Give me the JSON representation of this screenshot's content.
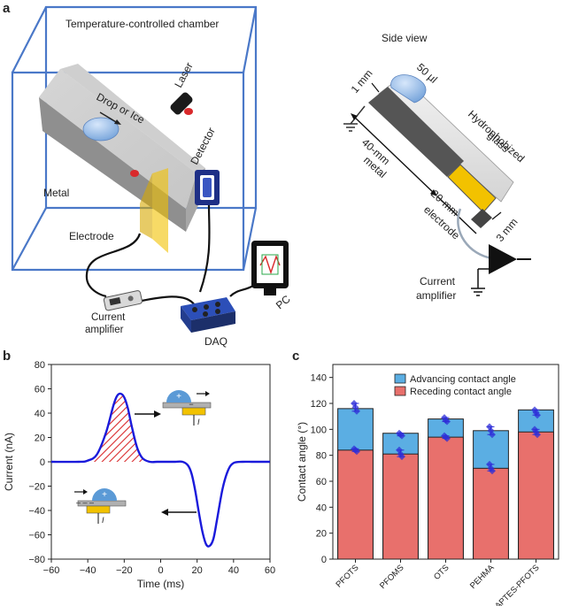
{
  "panel_a": {
    "label": "a",
    "chamber_title": "Temperature-controlled chamber",
    "laser": "Laser",
    "drop_or_ice": "Drop or Ice",
    "detector": "Detector",
    "metal": "Metal",
    "electrode": "Electrode",
    "current_amplifier": [
      "Current",
      "amplifier"
    ],
    "daq": "DAQ",
    "pc": "PC",
    "side_view": {
      "title": "Side view",
      "one_mm": "1 mm",
      "fifty_ul": "50 µl",
      "hydrophobized_glass": [
        "Hydrophobized",
        "glass"
      ],
      "metal_40mm": [
        "40-mm",
        "metal"
      ],
      "electrode_20mm": [
        "20-mm",
        "electrode"
      ],
      "three_mm": "3 mm",
      "current_amplifier": [
        "Current",
        "amplifier"
      ]
    },
    "colors": {
      "chamber": "#4a78c8",
      "electrode": "#f2c200",
      "drop": "#8fb5e6",
      "metal_dark": "#555555"
    }
  },
  "chart_data": [
    {
      "panel": "b",
      "type": "line",
      "xlabel": "Time (ms)",
      "ylabel": "Current (nA)",
      "xlim": [
        -60,
        60
      ],
      "ylim": [
        -80,
        80
      ],
      "xticks": [
        -60,
        -40,
        -20,
        0,
        20,
        40,
        60
      ],
      "yticks": [
        80,
        60,
        40,
        20,
        0,
        -20,
        -40,
        -60,
        -80
      ],
      "x": [
        -60,
        -45,
        -40,
        -35,
        -30,
        -26,
        -24,
        -22,
        -20,
        -18,
        -16,
        -13,
        -10,
        -6,
        -2,
        0,
        4,
        8,
        12,
        15,
        17,
        19,
        21,
        23,
        25,
        27,
        29,
        31,
        34,
        37,
        40,
        45,
        50,
        55,
        60
      ],
      "y": [
        0,
        0,
        1,
        6,
        24,
        46,
        54,
        56,
        53,
        44,
        30,
        12,
        3,
        0,
        0,
        0,
        0,
        0,
        0,
        -3,
        -10,
        -24,
        -42,
        -58,
        -68,
        -69,
        -63,
        -47,
        -22,
        -7,
        -1,
        0,
        0,
        0,
        0
      ],
      "line_color": "#1a1adb",
      "hatch_color": "#d9292b",
      "electrode_color": "#f2c200",
      "drop_color": "#5b9ad6"
    },
    {
      "panel": "c",
      "type": "bar",
      "ylabel": "Contact angle (°)",
      "ylim": [
        0,
        150
      ],
      "yticks": [
        0,
        20,
        40,
        60,
        80,
        100,
        120,
        140
      ],
      "categories": [
        "PFOTS",
        "PFOMS",
        "OTS",
        "PEHMA",
        "APTES-PFOTS"
      ],
      "series": [
        {
          "name": "Advancing contact angle",
          "values": [
            116,
            97,
            108,
            99,
            115
          ],
          "color": "#5baee3",
          "points": [
            [
              120,
              117,
              114
            ],
            [
              97,
              96,
              95
            ],
            [
              109,
              107,
              106
            ],
            [
              102,
              99,
              96
            ],
            [
              115,
              113,
              111
            ]
          ]
        },
        {
          "name": "Receding contact angle",
          "values": [
            84,
            81,
            94,
            70,
            98
          ],
          "color": "#e8706c",
          "points": [
            [
              85,
              84,
              83
            ],
            [
              84,
              81,
              79
            ],
            [
              95,
              94,
              93
            ],
            [
              73,
              70,
              68
            ],
            [
              100,
              98,
              96
            ]
          ]
        }
      ],
      "marker_color": "#2f2fd8",
      "legend_position": "top-right"
    }
  ],
  "labels": {
    "panel_b": "b",
    "panel_c": "c",
    "current_symbol": "I"
  }
}
